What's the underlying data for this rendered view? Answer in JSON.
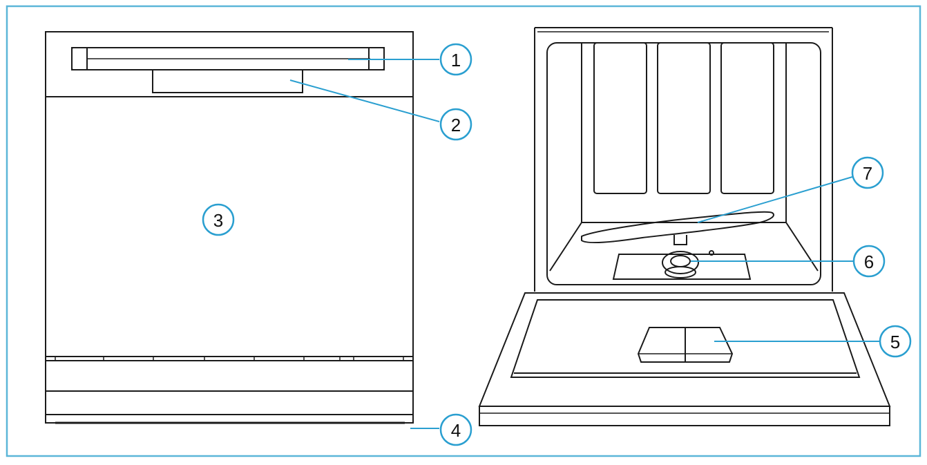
{
  "colors": {
    "frame": "#5bb6d8",
    "callout_line": "#2a9fd0",
    "callout_text": "#111111",
    "line_art": "#1a1a1a",
    "background": "#ffffff"
  },
  "callouts": [
    {
      "id": "1",
      "label": "1"
    },
    {
      "id": "2",
      "label": "2"
    },
    {
      "id": "3",
      "label": "3"
    },
    {
      "id": "4",
      "label": "4"
    },
    {
      "id": "5",
      "label": "5"
    },
    {
      "id": "6",
      "label": "6"
    },
    {
      "id": "7",
      "label": "7"
    }
  ]
}
